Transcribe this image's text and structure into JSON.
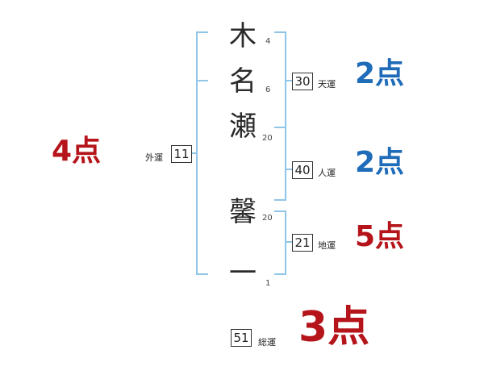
{
  "name": {
    "chars": [
      "木",
      "名",
      "瀬",
      "馨",
      "一"
    ],
    "strokes": [
      "4",
      "6",
      "20",
      "20",
      "1"
    ]
  },
  "fortunes": {
    "outer": {
      "value": "11",
      "label": "外運",
      "score": "4点"
    },
    "heaven": {
      "value": "30",
      "label": "天運",
      "score": "2点"
    },
    "person": {
      "value": "40",
      "label": "人運",
      "score": "2点"
    },
    "earth": {
      "value": "21",
      "label": "地運",
      "score": "5点"
    },
    "total": {
      "value": "51",
      "label": "総運",
      "score": "3点"
    }
  },
  "colors": {
    "bracket": "#8fc5e6",
    "score_red": "#b5141a",
    "score_blue": "#1f6cb8"
  }
}
